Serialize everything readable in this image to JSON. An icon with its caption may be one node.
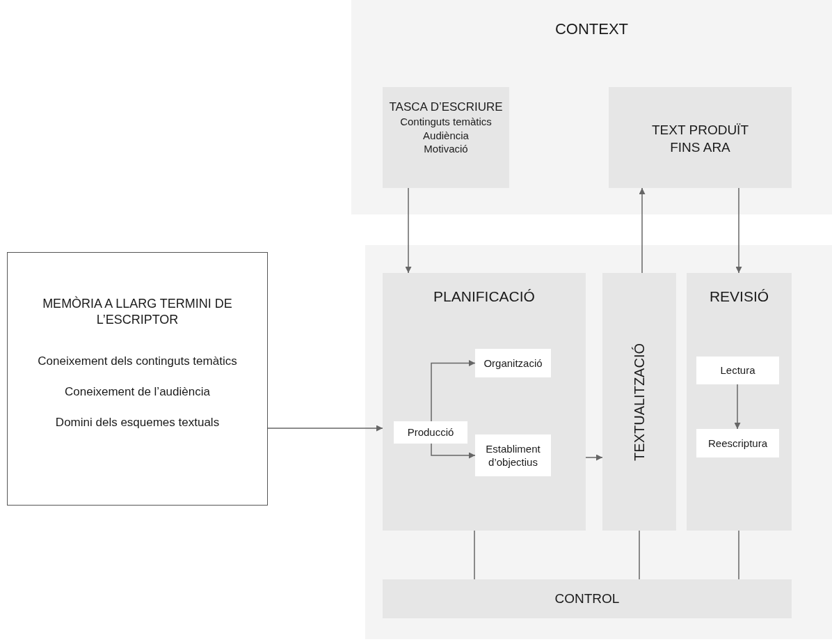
{
  "diagram": {
    "nodes": [
      {
        "text": [
          "CONTEXT"
        ]
      },
      {
        "text": [
          "TASCA D’ESCRIURE",
          "Continguts temàtics",
          "Audiència",
          "Motivació"
        ],
        "in": 0
      },
      {
        "text": [
          "TEXT PRODUÏT FINS ARA"
        ],
        "in": 0
      },
      {
        "text": [
          "MEMÒRIA A LLARG TERMINI DE L’ESCRIPTOR",
          "Coneixement dels continguts temàtics",
          "Coneixement de l’audiència",
          "Domini dels esquemes textuals"
        ]
      },
      {
        "text": [],
        "shape": "box"
      },
      {
        "text": [
          "PLANIFICACIÓ"
        ],
        "in": 4
      },
      {
        "text": [
          "Producció"
        ],
        "in": 5
      },
      {
        "text": [
          "Organització"
        ],
        "in": 5
      },
      {
        "text": [
          "Establiment d’objectius"
        ],
        "in": 5
      },
      {
        "text": [
          "TEXTUALITZACIÓ"
        ],
        "in": 4
      },
      {
        "text": [
          "REVISIÓ"
        ],
        "in": 4
      },
      {
        "text": [
          "Lectura"
        ],
        "in": 10
      },
      {
        "text": [
          "Reescriptura"
        ],
        "in": 10
      },
      {
        "text": [
          "CONTROL"
        ],
        "in": 4
      }
    ],
    "edges": [
      {
        "from": 1,
        "to": 5,
        "arrow": "to"
      },
      {
        "from": 9,
        "to": 2,
        "arrow": "to"
      },
      {
        "from": 2,
        "to": 10,
        "arrow": "to"
      },
      {
        "from": 3,
        "to": 5,
        "arrow": "to"
      },
      {
        "from": 6,
        "to": 7,
        "arrow": "to"
      },
      {
        "from": 6,
        "to": 8,
        "arrow": "to"
      },
      {
        "from": 5,
        "to": 9,
        "arrow": "to"
      },
      {
        "from": 11,
        "to": 12,
        "arrow": "to"
      },
      {
        "from": 5,
        "to": 13,
        "arrow": "none"
      },
      {
        "from": 9,
        "to": 13,
        "arrow": "none"
      },
      {
        "from": 10,
        "to": 13,
        "arrow": "none"
      }
    ]
  }
}
